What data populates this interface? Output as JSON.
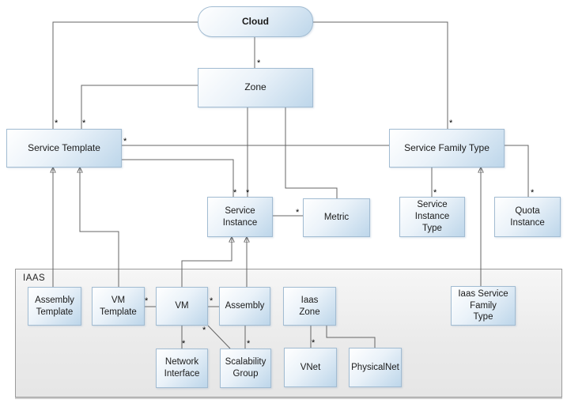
{
  "diagram": {
    "multiplicity": "*",
    "container_label": "IAAS",
    "nodes": {
      "cloud": {
        "label": "Cloud"
      },
      "zone": {
        "label": "Zone"
      },
      "service_template": {
        "label": "Service Template"
      },
      "service_family_type": {
        "label": "Service Family Type"
      },
      "service_instance": {
        "label": "Service\nInstance"
      },
      "metric": {
        "label": "Metric"
      },
      "service_instance_type": {
        "label": "Service\nInstance\nType"
      },
      "quota_instance": {
        "label": "Quota\nInstance"
      },
      "assembly_template": {
        "label": "Assembly\nTemplate"
      },
      "vm_template": {
        "label": "VM\nTemplate"
      },
      "vm": {
        "label": "VM"
      },
      "assembly": {
        "label": "Assembly"
      },
      "iaas_zone": {
        "label": "Iaas\nZone"
      },
      "iaas_service_family_type": {
        "label": "Iaas Service\nFamily\nType"
      },
      "network_interface": {
        "label": "Network\nInterface"
      },
      "scalability_group": {
        "label": "Scalability\nGroup"
      },
      "vnet": {
        "label": "VNet"
      },
      "physicalnet": {
        "label": "PhysicalNet"
      }
    },
    "edges": [
      {
        "from": "Cloud",
        "to": "Zone",
        "type": "association",
        "multiplicity": "*"
      },
      {
        "from": "Cloud",
        "to": "Service Template",
        "type": "association",
        "multiplicity": "*"
      },
      {
        "from": "Zone",
        "to": "Service Template",
        "type": "association",
        "multiplicity": "*"
      },
      {
        "from": "Cloud",
        "to": "Service Family Type",
        "type": "association",
        "multiplicity": "*"
      },
      {
        "from": "Service Template",
        "to": "Service Family Type",
        "type": "association",
        "multiplicity": "*"
      },
      {
        "from": "Service Template",
        "to": "Service Instance",
        "type": "association",
        "multiplicity": "*"
      },
      {
        "from": "Zone",
        "to": "Service Instance",
        "type": "association",
        "multiplicity": "*"
      },
      {
        "from": "Zone",
        "to": "Metric",
        "type": "association",
        "multiplicity": ""
      },
      {
        "from": "Service Instance",
        "to": "Metric",
        "type": "association",
        "multiplicity": "*"
      },
      {
        "from": "Service Family Type",
        "to": "Service Instance Type",
        "type": "association",
        "multiplicity": "*"
      },
      {
        "from": "Service Family Type",
        "to": "Quota Instance",
        "type": "association",
        "multiplicity": "*"
      },
      {
        "from": "Iaas Service Family Type",
        "to": "Service Family Type",
        "type": "arrow",
        "multiplicity": ""
      },
      {
        "from": "Assembly Template",
        "to": "Service Template",
        "type": "arrow",
        "multiplicity": ""
      },
      {
        "from": "VM Template",
        "to": "Service Template",
        "type": "arrow",
        "multiplicity": ""
      },
      {
        "from": "VM",
        "to": "Service Instance",
        "type": "arrow",
        "multiplicity": ""
      },
      {
        "from": "Assembly",
        "to": "Service Instance",
        "type": "arrow",
        "multiplicity": ""
      },
      {
        "from": "VM Template",
        "to": "VM",
        "type": "association",
        "multiplicity": "*"
      },
      {
        "from": "VM",
        "to": "Assembly",
        "type": "association",
        "multiplicity": "*"
      },
      {
        "from": "VM",
        "to": "Network Interface",
        "type": "association",
        "multiplicity": "*"
      },
      {
        "from": "VM",
        "to": "Scalability Group",
        "type": "association",
        "multiplicity": "*"
      },
      {
        "from": "Assembly",
        "to": "Scalability Group",
        "type": "association",
        "multiplicity": "*"
      },
      {
        "from": "Iaas Zone",
        "to": "VNet",
        "type": "association",
        "multiplicity": "*"
      },
      {
        "from": "Iaas Zone",
        "to": "PhysicalNet",
        "type": "association",
        "multiplicity": ""
      }
    ],
    "colors": {
      "node_fill_light": "#ffffff",
      "node_fill_dark": "#bdd6ea",
      "node_border": "#a2bcd2",
      "connector": "#646464",
      "container_fill": "#ececec",
      "container_border": "#9b9b9b"
    }
  }
}
